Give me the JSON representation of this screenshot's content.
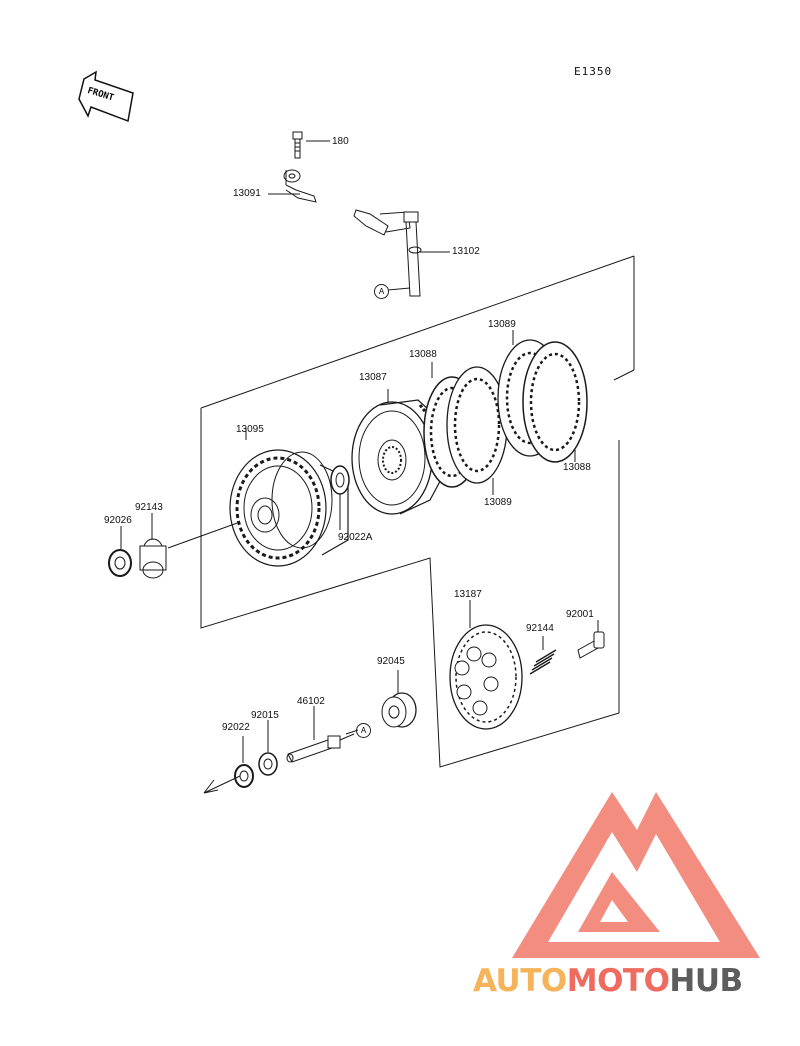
{
  "diagram_code": "E1350",
  "front_label": "FRONT",
  "ref_marker": "A",
  "parts": {
    "p180": "180",
    "p13091": "13091",
    "p13102": "13102",
    "p13089_top": "13089",
    "p13088_top": "13088",
    "p13087": "13087",
    "p13095": "13095",
    "p92143": "92143",
    "p92026": "92026",
    "p92022A": "92022A",
    "p13089_bot": "13089",
    "p13088_right": "13088",
    "p13187": "13187",
    "p92144": "92144",
    "p92001": "92001",
    "p92045": "92045",
    "p46102": "46102",
    "p92015": "92015",
    "p92022": "92022"
  },
  "watermark": {
    "part1": "AUTO",
    "part2": "MOTO",
    "part3": "HUB",
    "color_orange": "#f5b35a",
    "color_red": "#ef6b60",
    "color_gray": "#5d5d5d"
  }
}
